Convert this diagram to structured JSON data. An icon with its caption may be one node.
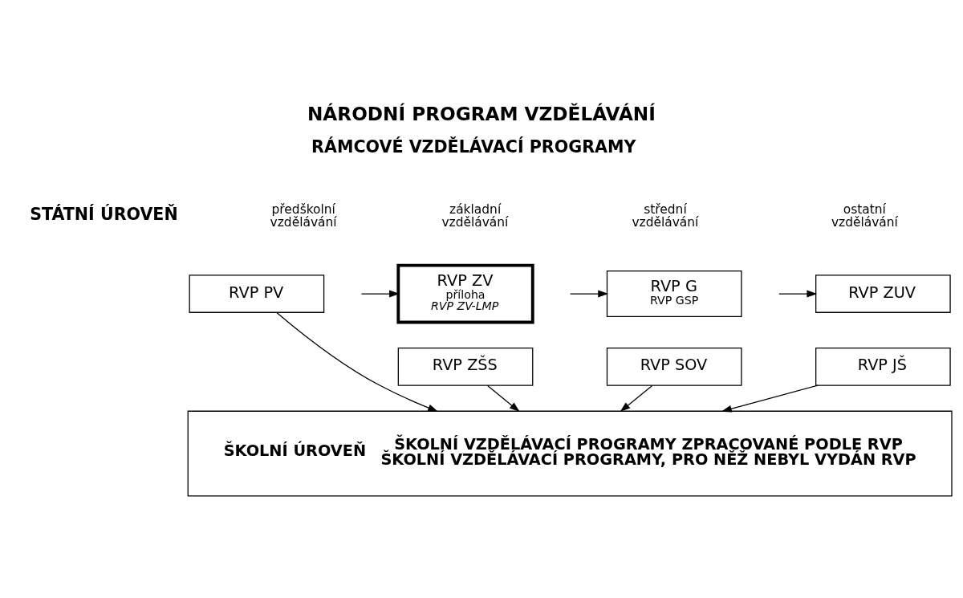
{
  "diagram": {
    "title": "NÁRODNÍ PROGRAM VZDĚLÁVÁNÍ",
    "nodes": [
      {
        "text": [
          "RVP PV"
        ]
      },
      {
        "text": [
          "RVP ZV",
          "příloha",
          "RVP ZV-LMP"
        ]
      },
      {
        "text": [
          "RVP ZŠS"
        ]
      },
      {
        "text": [
          "RVP G",
          "RVP GSP"
        ]
      },
      {
        "text": [
          "RVP SOV"
        ]
      },
      {
        "text": [
          "RVP ZUV"
        ]
      },
      {
        "text": [
          "RVP JŠ"
        ]
      },
      {
        "text": [
          "ŠKOLNÍ ÚROVEŇ",
          "ŠKOLNÍ VZDĚLÁVACÍ PROGRAMY ZPRACOVANÉ PODLE RVP",
          "ŠKOLNÍ VZDĚLÁVACÍ PROGRAMY, PRO NĚŽ NEBYL VYDÁN RVP"
        ]
      }
    ],
    "edges": [
      {
        "from": null,
        "to": 1,
        "arrow": "to"
      },
      {
        "from": null,
        "to": 3,
        "arrow": "to"
      },
      {
        "from": null,
        "to": 5,
        "arrow": "to"
      },
      {
        "from": 0,
        "to": 7,
        "arrow": "to"
      },
      {
        "from": 2,
        "to": 7,
        "arrow": "to"
      },
      {
        "from": 4,
        "to": 7,
        "arrow": "to"
      },
      {
        "from": 6,
        "to": 7,
        "arrow": "to"
      }
    ],
    "labels": [
      "RÁMCOVÉ VZDĚLÁVACÍ PROGRAMY",
      "STÁTNÍ ÚROVEŇ",
      "předškolní vzdělávání",
      "základní vzdělávání",
      "střední vzdělávání",
      "ostatní vzdělávání"
    ]
  }
}
